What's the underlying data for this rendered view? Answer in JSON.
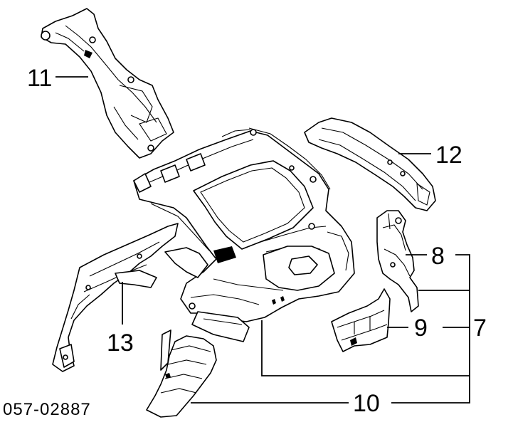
{
  "diagram": {
    "callouts": {
      "c11": "11",
      "c12": "12",
      "c8": "8",
      "c9": "9",
      "c7": "7",
      "c13": "13",
      "c10": "10"
    },
    "drawing_code": "057-02887"
  }
}
